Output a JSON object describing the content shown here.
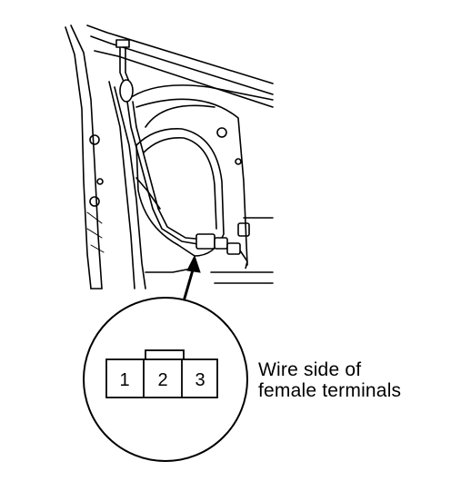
{
  "caption": {
    "line1": "Wire side of",
    "line2": "female terminals"
  },
  "connector": {
    "terminals": [
      "1",
      "2",
      "3"
    ]
  }
}
